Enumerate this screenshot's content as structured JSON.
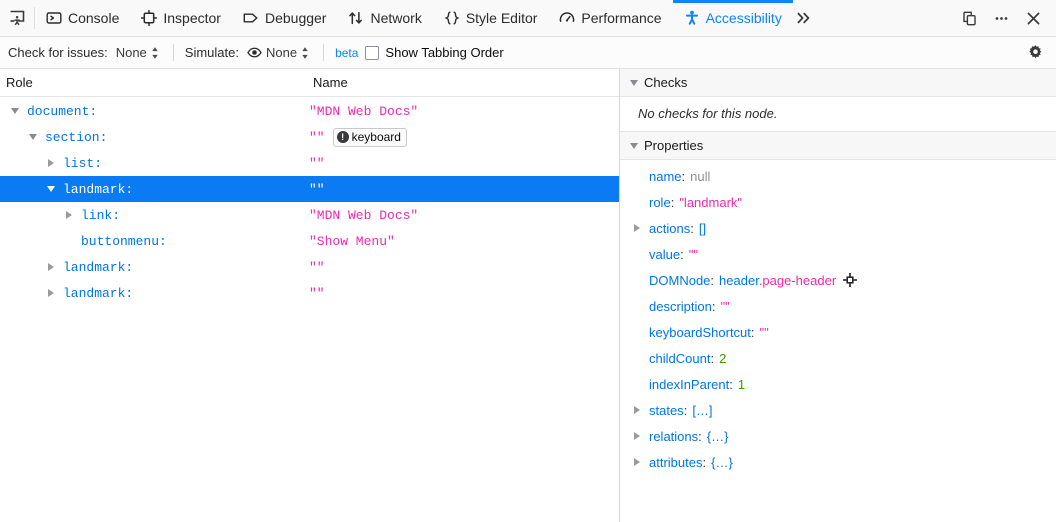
{
  "toolbar": {
    "picker_title": "Pick an accessible object",
    "tabs": [
      {
        "label": "Console",
        "icon": "console-icon",
        "active": false
      },
      {
        "label": "Inspector",
        "icon": "inspector-icon",
        "active": false
      },
      {
        "label": "Debugger",
        "icon": "debugger-icon",
        "active": false
      },
      {
        "label": "Network",
        "icon": "network-icon",
        "active": false
      },
      {
        "label": "Style Editor",
        "icon": "style-editor-icon",
        "active": false
      },
      {
        "label": "Performance",
        "icon": "performance-icon",
        "active": false
      },
      {
        "label": "Accessibility",
        "icon": "accessibility-icon",
        "active": true
      }
    ],
    "overflow_label": "»",
    "right_buttons": [
      {
        "name": "dock-toolbox-icon"
      },
      {
        "name": "meatball-menu-icon"
      },
      {
        "name": "close-icon"
      }
    ],
    "accent_color": "#0a84ff"
  },
  "subbar": {
    "check_label": "Check for issues:",
    "check_value": "None",
    "simulate_label": "Simulate:",
    "simulate_value": "None",
    "beta_label": "beta",
    "tabbing_order_label": "Show Tabbing Order",
    "tabbing_order_checked": false,
    "settings_icon": "gear-icon"
  },
  "tree": {
    "columns": {
      "role": "Role",
      "name": "Name"
    },
    "rows": [
      {
        "role": "document:",
        "name": "\"MDN Web Docs\"",
        "depth": 0,
        "twisty": "open",
        "selected": false,
        "badge": null
      },
      {
        "role": "section:",
        "name": "\"\"",
        "depth": 1,
        "twisty": "open",
        "selected": false,
        "badge": "keyboard"
      },
      {
        "role": "list:",
        "name": "\"\"",
        "depth": 2,
        "twisty": "closed",
        "selected": false,
        "badge": null
      },
      {
        "role": "landmark:",
        "name": "\"\"",
        "depth": 2,
        "twisty": "open",
        "selected": true,
        "badge": null
      },
      {
        "role": "link:",
        "name": "\"MDN Web Docs\"",
        "depth": 3,
        "twisty": "closed",
        "selected": false,
        "badge": null
      },
      {
        "role": "buttonmenu:",
        "name": "\"Show Menu\"",
        "depth": 3,
        "twisty": "none",
        "selected": false,
        "badge": null
      },
      {
        "role": "landmark:",
        "name": "\"\"",
        "depth": 2,
        "twisty": "closed",
        "selected": false,
        "badge": null
      },
      {
        "role": "landmark:",
        "name": "\"\"",
        "depth": 2,
        "twisty": "closed",
        "selected": false,
        "badge": null
      }
    ]
  },
  "checks": {
    "title": "Checks",
    "empty_text": "No checks for this node."
  },
  "properties": {
    "title": "Properties",
    "rows": [
      {
        "key": "name",
        "value": "null",
        "kind": "null",
        "twisty": "none"
      },
      {
        "key": "role",
        "value": "\"landmark\"",
        "kind": "string",
        "twisty": "none"
      },
      {
        "key": "actions",
        "value": "[]",
        "kind": "array",
        "twisty": "closed"
      },
      {
        "key": "value",
        "value": "\"\"",
        "kind": "string",
        "twisty": "none"
      },
      {
        "key": "DOMNode",
        "value": "header.page-header",
        "kind": "node",
        "node_tag": "header",
        "node_class": ".page-header",
        "twisty": "none",
        "trailing_icon": "target-icon"
      },
      {
        "key": "description",
        "value": "\"\"",
        "kind": "string",
        "twisty": "none"
      },
      {
        "key": "keyboardShortcut",
        "value": "\"\"",
        "kind": "string",
        "twisty": "none"
      },
      {
        "key": "childCount",
        "value": "2",
        "kind": "number",
        "twisty": "none"
      },
      {
        "key": "indexInParent",
        "value": "1",
        "kind": "number",
        "twisty": "none"
      },
      {
        "key": "states",
        "value": "[…]",
        "kind": "array",
        "twisty": "closed"
      },
      {
        "key": "relations",
        "value": "{…}",
        "kind": "array",
        "twisty": "closed"
      },
      {
        "key": "attributes",
        "value": "{…}",
        "kind": "array",
        "twisty": "closed"
      }
    ]
  }
}
